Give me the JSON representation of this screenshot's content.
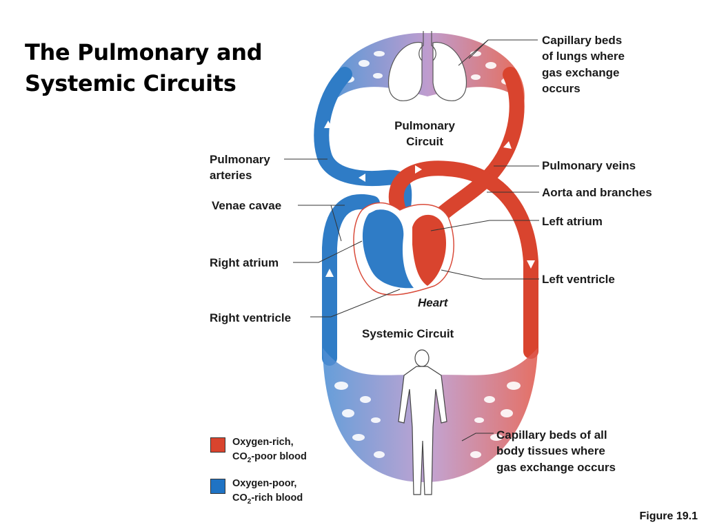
{
  "title": {
    "line1": "The Pulmonary and",
    "line2": "Systemic Circuits"
  },
  "labels": {
    "capillary_lungs": [
      "Capillary beds",
      "of lungs where",
      "gas exchange",
      "occurs"
    ],
    "pulmonary_circuit": [
      "Pulmonary",
      "Circuit"
    ],
    "pulmonary_arteries": [
      "Pulmonary",
      "arteries"
    ],
    "pulmonary_veins": "Pulmonary veins",
    "aorta": "Aorta and branches",
    "venae_cavae": "Venae cavae",
    "left_atrium": "Left atrium",
    "right_atrium": "Right atrium",
    "left_ventricle": "Left ventricle",
    "right_ventricle": "Right ventricle",
    "heart": "Heart",
    "systemic_circuit": "Systemic Circuit",
    "capillary_body": [
      "Capillary beds of all",
      "body tissues where",
      "gas exchange occurs"
    ]
  },
  "legend": {
    "oxygen_rich": {
      "line1": "Oxygen-rich,",
      "co2_pre": "CO",
      "co2_sub": "2",
      "co2_post": "-poor blood",
      "color": "#d9442e"
    },
    "oxygen_poor": {
      "line1": "Oxygen-poor,",
      "co2_pre": "CO",
      "co2_sub": "2",
      "co2_post": "-rich blood",
      "color": "#1f73c4"
    }
  },
  "figure_label": "Figure 19.1",
  "colors": {
    "red": "#d9442e",
    "blue": "#2f7cc6",
    "purple": "#b58cc4",
    "dark_red": "#b52a1c",
    "dark_blue": "#1557a0"
  }
}
